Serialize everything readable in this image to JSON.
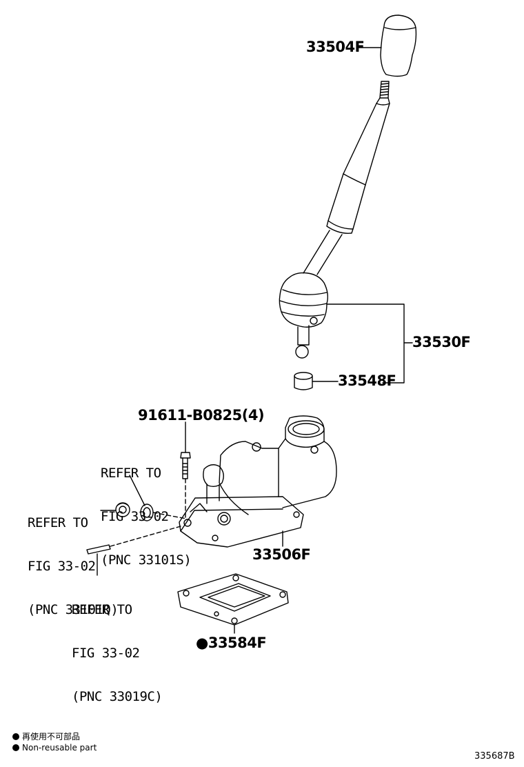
{
  "parts": {
    "knob": "33504F",
    "lever_assy": "33530F",
    "bushing": "33548F",
    "bolt": "91611-B0825(4)",
    "housing": "33506F",
    "gasket_marker": "●",
    "gasket": "33584F"
  },
  "refs": {
    "ref1": [
      "REFER TO",
      "FIG 33-02",
      "(PNC 33101S)"
    ],
    "ref2": [
      "REFER TO",
      "FIG 33-02",
      "(PNC 33101Q)"
    ],
    "ref3": [
      "REFER TO",
      "FIG 33-02",
      "(PNC 33019C)"
    ]
  },
  "legend": {
    "jp": "再使用不可部品",
    "en": "Non-reusable part"
  },
  "figure_id": "335687B"
}
